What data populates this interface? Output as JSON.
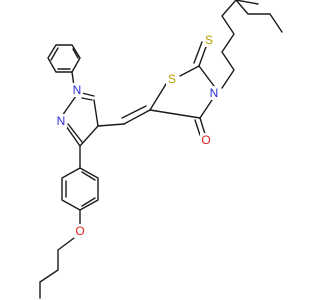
{
  "diagram": {
    "type": "chemical-structure",
    "atom_labels": {
      "n_pyrazole_1": "N",
      "n_pyrazole_2": "N",
      "s_ring": "S",
      "s_thioxo": "S",
      "n_thiazolidine": "N",
      "o_carbonyl": "O",
      "o_ether": "O"
    },
    "colors": {
      "bond": "#1a1a1a",
      "nitrogen": "#2b2bd6",
      "sulfur": "#b8a000",
      "oxygen": "#e02020"
    }
  }
}
